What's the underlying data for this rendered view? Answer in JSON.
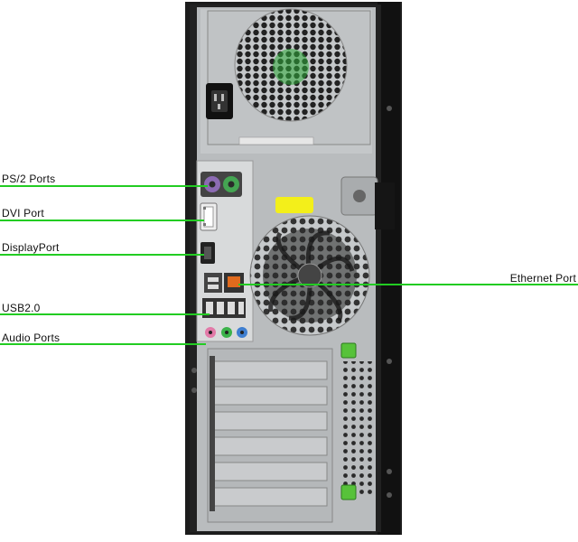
{
  "labels": {
    "ps2": "PS/2 Ports",
    "dvi": "DVI Port",
    "displayport": "DisplayPort",
    "usb": "USB2.0",
    "audio": "Audio Ports",
    "ethernet": "Ethernet Port"
  },
  "colors": {
    "callout_line": "#22cc22",
    "chassis_dark": "#1a1a1a",
    "panel_metal": "#b9bcbe",
    "fan_accent": "#2faa3a",
    "sticker": "#f3ef1a",
    "ps2_purple": "#8c6bb3",
    "ps2_green": "#44a552",
    "audio_pink": "#e27aa8",
    "audio_green": "#3bb24a",
    "audio_blue": "#3f7fd0",
    "ethernet_orange": "#e06a1d"
  }
}
